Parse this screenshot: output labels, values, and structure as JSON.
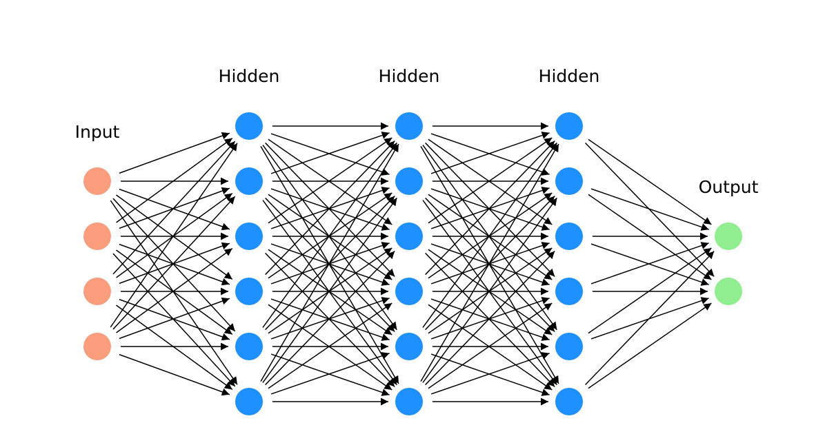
{
  "diagram": {
    "colors": {
      "edge": "#000000",
      "background": "#ffffff"
    },
    "layers": [
      {
        "label": "Input",
        "nodes": 4,
        "color": "#fa9d7c"
      },
      {
        "label": "Hidden",
        "nodes": 6,
        "color": "#1e90ff"
      },
      {
        "label": "Hidden",
        "nodes": 6,
        "color": "#1e90ff"
      },
      {
        "label": "Hidden",
        "nodes": 6,
        "color": "#1e90ff"
      },
      {
        "label": "Output",
        "nodes": 2,
        "color": "#90ee90"
      }
    ],
    "connectivity": "fully-connected"
  }
}
